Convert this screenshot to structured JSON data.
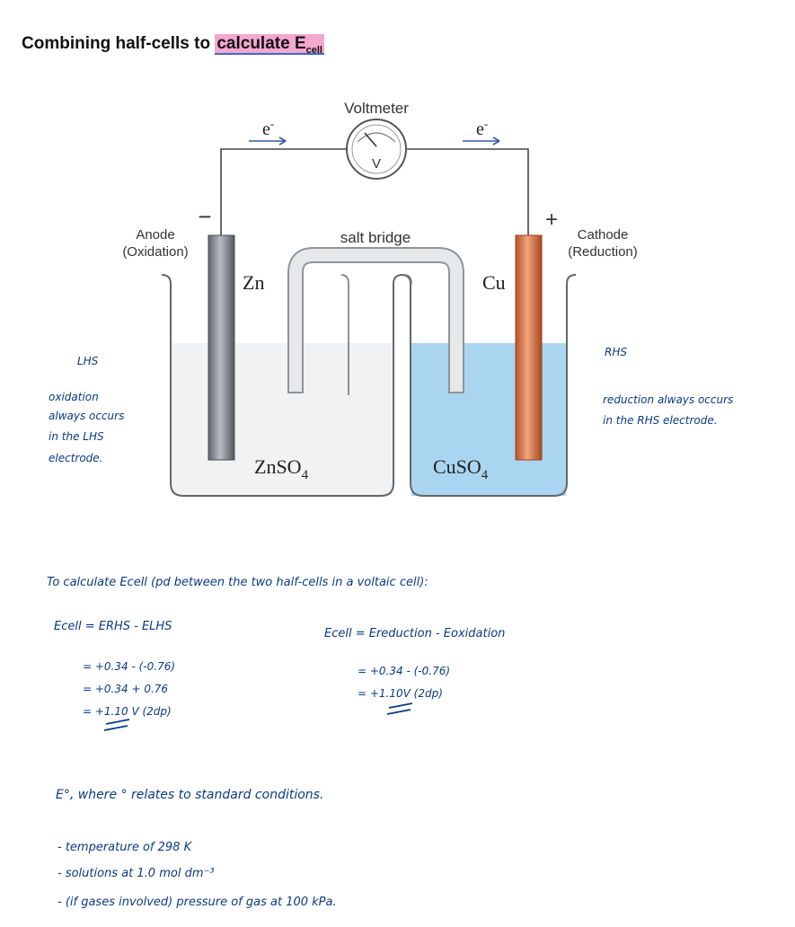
{
  "title": {
    "prefix": "Combining half-cells to ",
    "highlight": "calculate E",
    "sub": "cell"
  },
  "diagram": {
    "voltmeter": "Voltmeter",
    "voltmeter_symbol": "V",
    "electron_left": "e",
    "electron_right": "e",
    "electron_sup": "-",
    "minus_sign": "−",
    "plus_sign": "+",
    "anode_line1": "Anode",
    "anode_line2": "(Oxidation)",
    "cathode_line1": "Cathode",
    "cathode_line2": "(Reduction)",
    "salt_bridge": "salt bridge",
    "zn": "Zn",
    "cu": "Cu",
    "znso4_main": "ZnSO",
    "znso4_sub": "4",
    "cuso4_main": "CuSO",
    "cuso4_sub": "4",
    "colors": {
      "copper": "#d9774a",
      "zinc": "#8a8f96",
      "cuso4": "#a8d4f0",
      "znso4": "#f2f3f4"
    }
  },
  "notes": {
    "lhs": "LHS",
    "lhs_note": [
      "oxidation",
      "always occurs",
      "in the LHS",
      "electrode."
    ],
    "rhs": "RHS",
    "rhs_note": [
      "reduction always occurs",
      "in the RHS electrode."
    ],
    "calc_intro": "To calculate Ecell (pd between the two half-cells in a voltaic cell):",
    "left_formula": "Ecell = ERHS - ELHS",
    "left_steps": [
      "= +0.34 - (-0.76)",
      "= +0.34 + 0.76",
      "= +1.10 V  (2dp)"
    ],
    "right_formula": "Ecell = Ereduction - Eoxidation",
    "right_steps": [
      "= +0.34 - (-0.76)",
      "= +1.10V  (2dp)"
    ],
    "standard_line": "E°, where ° relates to standard conditions.",
    "conditions": [
      "- temperature of 298 K",
      "- solutions at 1.0 mol dm⁻³",
      "- (if gases involved) pressure of gas at 100 kPa."
    ]
  }
}
